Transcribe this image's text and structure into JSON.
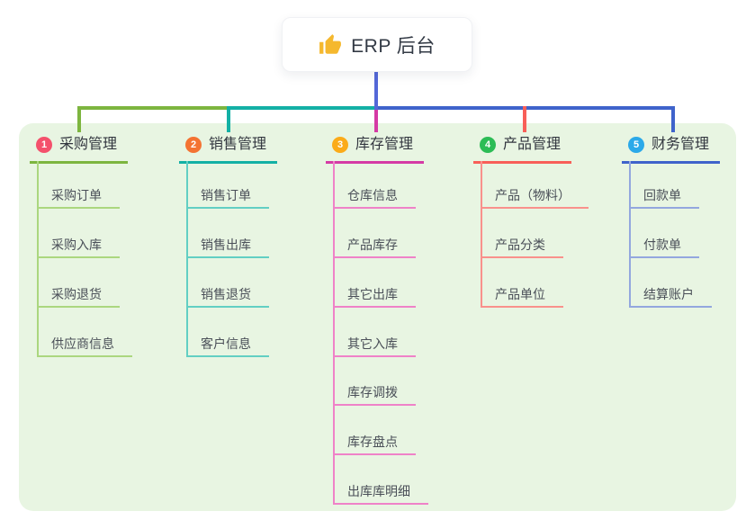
{
  "root": {
    "label": "ERP 后台",
    "icon": "thumbs-up-icon"
  },
  "colors": {
    "page_bg": "#ffffff",
    "panel_bg": "#e8f5e2",
    "stem": "#5468d8",
    "card_bg": "#ffffff",
    "title_text": "#32363f",
    "item_text": "#4a4f58",
    "thumb_icon": "#f5b82e"
  },
  "branches": [
    {
      "number": "1",
      "label": "采购管理",
      "badge_color": "#f4516c",
      "color_main": "#7db53f",
      "color_light": "#abd77f",
      "items": [
        "采购订单",
        "采购入库",
        "采购退货",
        "供应商信息"
      ]
    },
    {
      "number": "2",
      "label": "销售管理",
      "badge_color": "#f47332",
      "color_main": "#13b0a5",
      "color_light": "#62cfc3",
      "items": [
        "销售订单",
        "销售出库",
        "销售退货",
        "客户信息"
      ]
    },
    {
      "number": "3",
      "label": "库存管理",
      "badge_color": "#fbab19",
      "color_main": "#d53aa5",
      "color_light": "#ef82c8",
      "items": [
        "仓库信息",
        "产品库存",
        "其它出库",
        "其它入库",
        "库存调拨",
        "库存盘点",
        "出库库明细"
      ]
    },
    {
      "number": "4",
      "label": "产品管理",
      "badge_color": "#2cbc55",
      "color_main": "#f85f58",
      "color_light": "#f9918c",
      "items": [
        "产品（物料）",
        "产品分类",
        "产品单位"
      ]
    },
    {
      "number": "5",
      "label": "财务管理",
      "badge_color": "#2ba9e9",
      "color_main": "#3f63cb",
      "color_light": "#93a7de",
      "items": [
        "回款单",
        "付款单",
        "结算账户"
      ]
    }
  ]
}
